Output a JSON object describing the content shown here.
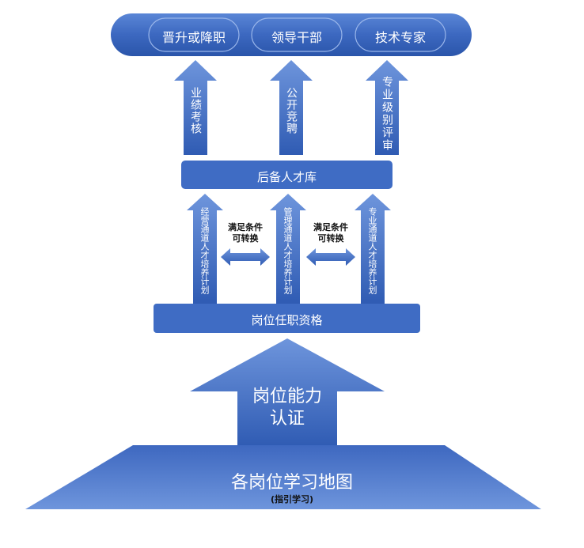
{
  "colors": {
    "primary": "#3f6cc4",
    "dark": "#2d56ad",
    "light": "#7b9fe0",
    "text": "#ffffff"
  },
  "top_bar": {
    "items": [
      "晋升或降职",
      "领导干部",
      "技术专家"
    ]
  },
  "top_arrows": [
    "业绩考核",
    "公开竞聘",
    "专业级别评审"
  ],
  "reserve_pool": "后备人才库",
  "plan_arrows": [
    "经营通道人才培养计划",
    "管理通道人才培养计划",
    "专业通道人才培养计划"
  ],
  "conversion_note": "满足条件\n可转换",
  "qualification": "岗位任职资格",
  "certification_arrow": "岗位能力\n认证",
  "base": {
    "title": "各岗位学习地图",
    "subtitle": "(指引学习)"
  }
}
